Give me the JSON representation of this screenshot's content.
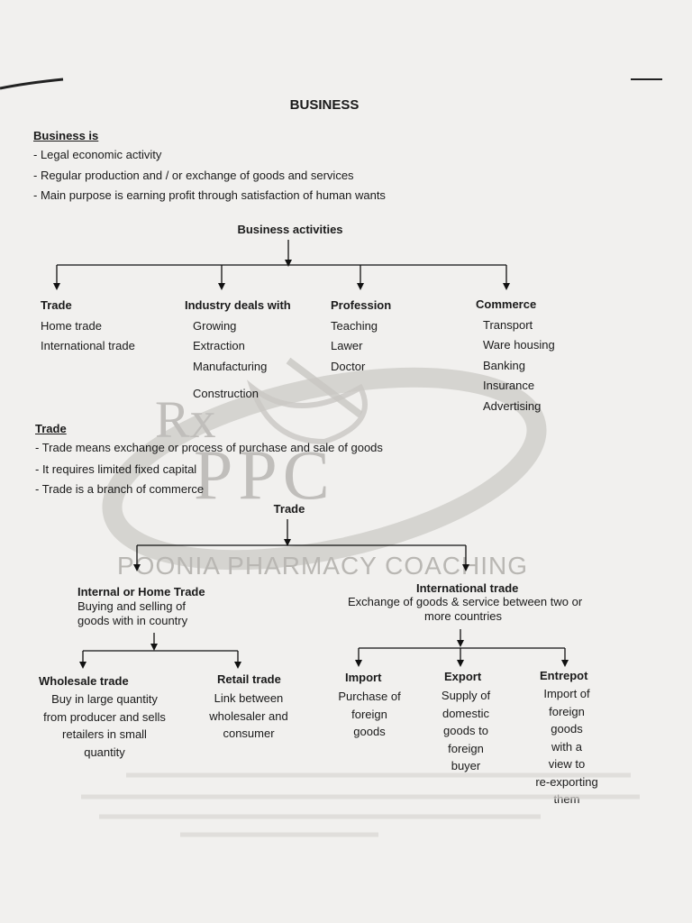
{
  "title": "BUSINESS",
  "business_is": {
    "heading": "Business is",
    "points": [
      "- Legal economic activity",
      "- Regular production and / or exchange of goods and services",
      "- Main purpose is earning profit through satisfaction of human wants"
    ]
  },
  "activities": {
    "heading": "Business activities",
    "columns": [
      {
        "head": "Trade",
        "items": [
          "Home trade",
          "International trade"
        ]
      },
      {
        "head": "Industry deals with",
        "items": [
          "Growing",
          "Extraction",
          "Manufacturing",
          "Construction"
        ]
      },
      {
        "head": "Profession",
        "items": [
          "Teaching",
          "Lawer",
          "Doctor"
        ]
      },
      {
        "head": "Commerce",
        "items": [
          "Transport",
          "Ware housing",
          "Banking",
          "Insurance",
          "Advertising"
        ]
      }
    ]
  },
  "trade_section": {
    "heading": "Trade",
    "points": [
      "- Trade means exchange or process of purchase and sale of goods",
      "- It requires limited fixed capital",
      "- Trade is a branch of commerce"
    ]
  },
  "trade_tree": {
    "root": "Trade",
    "internal": {
      "head": "Internal  or Home Trade",
      "desc": [
        "Buying and selling of",
        "goods with in country"
      ]
    },
    "international": {
      "head": "International trade",
      "desc": [
        "Exchange of goods &  service between two or",
        "more countries"
      ]
    },
    "wholesale": {
      "head": "Wholesale trade",
      "desc": [
        "Buy in large quantity",
        "from producer and sells",
        "retailers in small",
        "quantity"
      ]
    },
    "retail": {
      "head": "Retail trade",
      "desc": [
        "Link between",
        "wholesaler and",
        "consumer"
      ]
    },
    "import": {
      "head": "Import",
      "desc": [
        "Purchase of",
        "foreign",
        "goods"
      ]
    },
    "export": {
      "head": "Export",
      "desc": [
        "Supply of",
        "domestic",
        "goods to",
        "foreign",
        "buyer"
      ]
    },
    "entrepot": {
      "head": "Entrepot",
      "desc": [
        "Import of",
        "foreign",
        "goods",
        "with a",
        "view to",
        "re-exporting",
        "them"
      ]
    }
  },
  "watermark": {
    "name": "POONIA PHARMACY COACHING",
    "logo_letters": "PPC",
    "rx": "Rx"
  }
}
